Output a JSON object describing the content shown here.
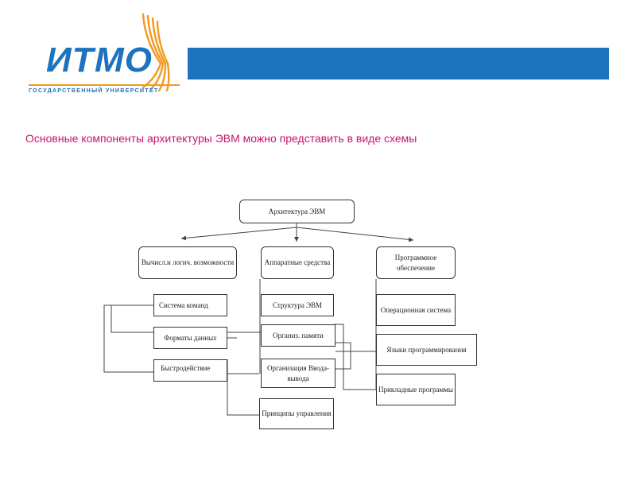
{
  "logo": {
    "word": "ИТМО",
    "subtitle": "ГОСУДАРСТВЕННЫЙ УНИВЕРСИТЕТ",
    "colors": {
      "blue": "#1e73be",
      "orange": "#f39a1e"
    }
  },
  "heading": "Основные компоненты архитектуры ЭВМ можно представить в виде схемы",
  "diagram": {
    "root": "Архитектура ЭВМ",
    "categories": {
      "comp": "Вычисл.и логич. возможности",
      "hw": "Аппаратные средства",
      "sw": "Программное обеспечение"
    },
    "comp_items": [
      "Система команд",
      "Форматы данных",
      "Быстродействие"
    ],
    "hw_items": [
      "Структура ЭВМ",
      "Организ. памяти",
      "Организация Ввода-вывода",
      "Принципы управления"
    ],
    "sw_items": [
      "Операционная система",
      "Языки программирования",
      "Прикладные программы"
    ]
  },
  "colors": {
    "heading": "#c8166b",
    "bar": "#1e73be",
    "line": "#444444"
  }
}
